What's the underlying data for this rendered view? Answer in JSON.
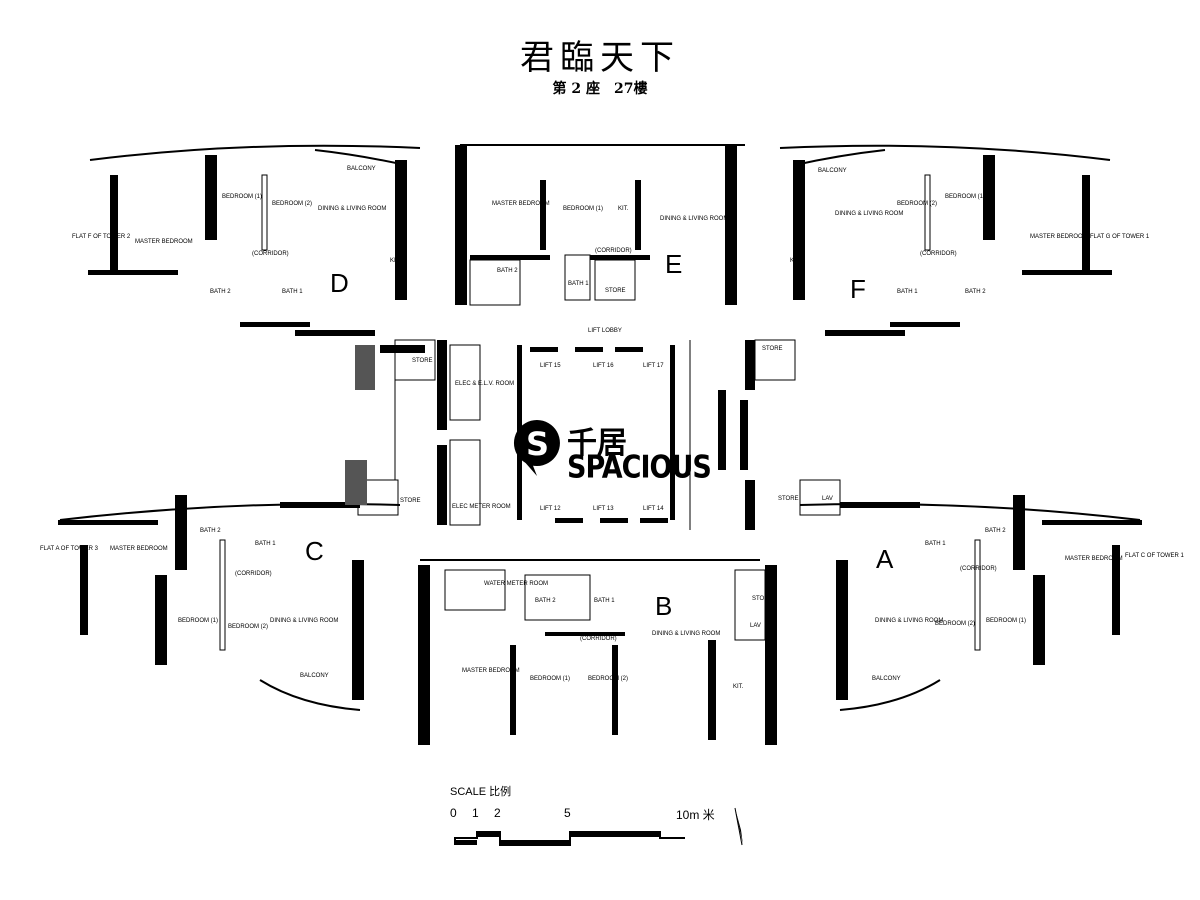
{
  "header": {
    "title": "君臨天下",
    "subtitle": "第 2 座　27樓"
  },
  "units": {
    "A": "A",
    "B": "B",
    "C": "C",
    "D": "D",
    "E": "E",
    "F": "F"
  },
  "rooms": {
    "bedroom1": "BEDROOM (1)",
    "bedroom2": "BEDROOM (2)",
    "master": "MASTER BEDROOM",
    "dining": "DINING & LIVING ROOM",
    "corridor": "(CORRIDOR)",
    "bath1": "BATH 1",
    "bath2": "BATH 2",
    "balcony": "BALCONY",
    "kit": "KIT.",
    "store": "STORE",
    "lav": "LAV",
    "elec_elv": "ELEC & E.L.V. ROOM",
    "elec_meter": "ELEC METER ROOM",
    "water_meter": "WATER METER ROOM",
    "lift_lobby": "LIFT LOBBY"
  },
  "neighbors": {
    "d_left": "FLAT F OF TOWER 2",
    "f_right": "FLAT G OF TOWER 1",
    "c_left": "FLAT A OF TOWER 3",
    "a_right": "FLAT C OF TOWER 1"
  },
  "lifts": [
    "LIFT 15",
    "LIFT 16",
    "LIFT 17",
    "LIFT 12",
    "LIFT 13",
    "LIFT 14"
  ],
  "logo": {
    "chinese": "千居",
    "english": "SPACIOUS",
    "mark": "S"
  },
  "scale": {
    "label": "SCALE 比例",
    "ticks": [
      "0",
      "1",
      "2",
      "5",
      "10m 米"
    ]
  },
  "colors": {
    "ink": "#000000",
    "background": "#ffffff",
    "hatch": "#555555"
  }
}
